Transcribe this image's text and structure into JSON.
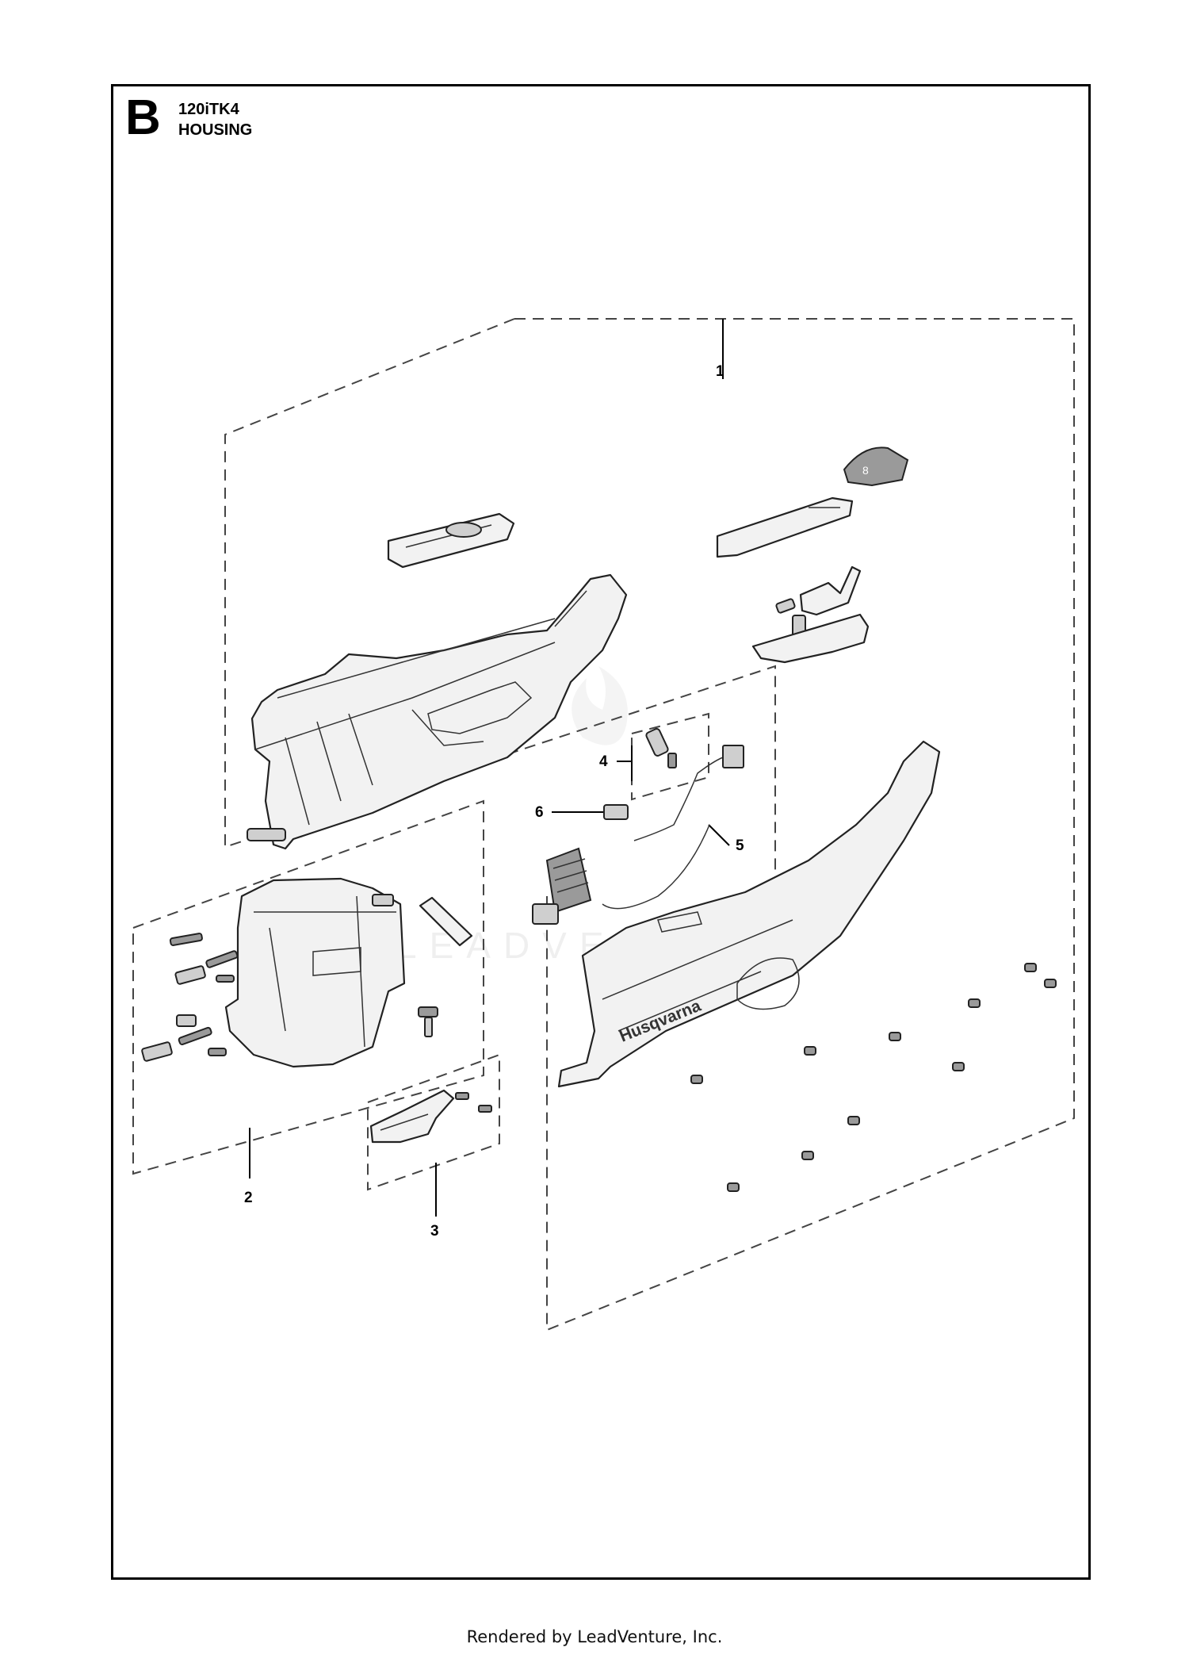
{
  "header": {
    "section_letter": "B",
    "model": "120iTK4",
    "section_title": "HOUSING"
  },
  "callouts": [
    "1",
    "2",
    "3",
    "4",
    "5",
    "6"
  ],
  "housing_brand": "Husqvarna",
  "watermark": "LEADVENTURE",
  "footer": "Rendered by LeadVenture, Inc."
}
